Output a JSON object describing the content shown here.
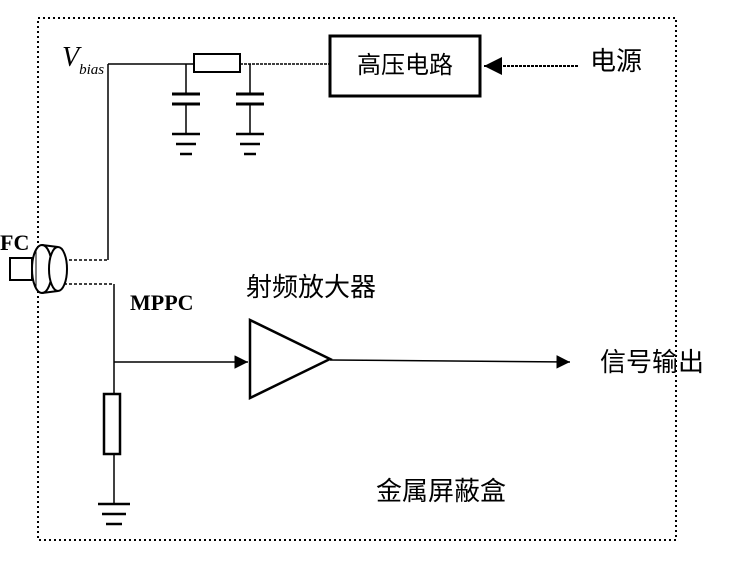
{
  "labels": {
    "vbias_main": "V",
    "vbias_sub": "bias",
    "hv_circuit": "高压电路",
    "power": "电源",
    "connector": "FC",
    "mppc": "MPPC",
    "rf_amp": "射频放大器",
    "signal_out": "信号输出",
    "shield_box": "金属屏蔽盒"
  }
}
